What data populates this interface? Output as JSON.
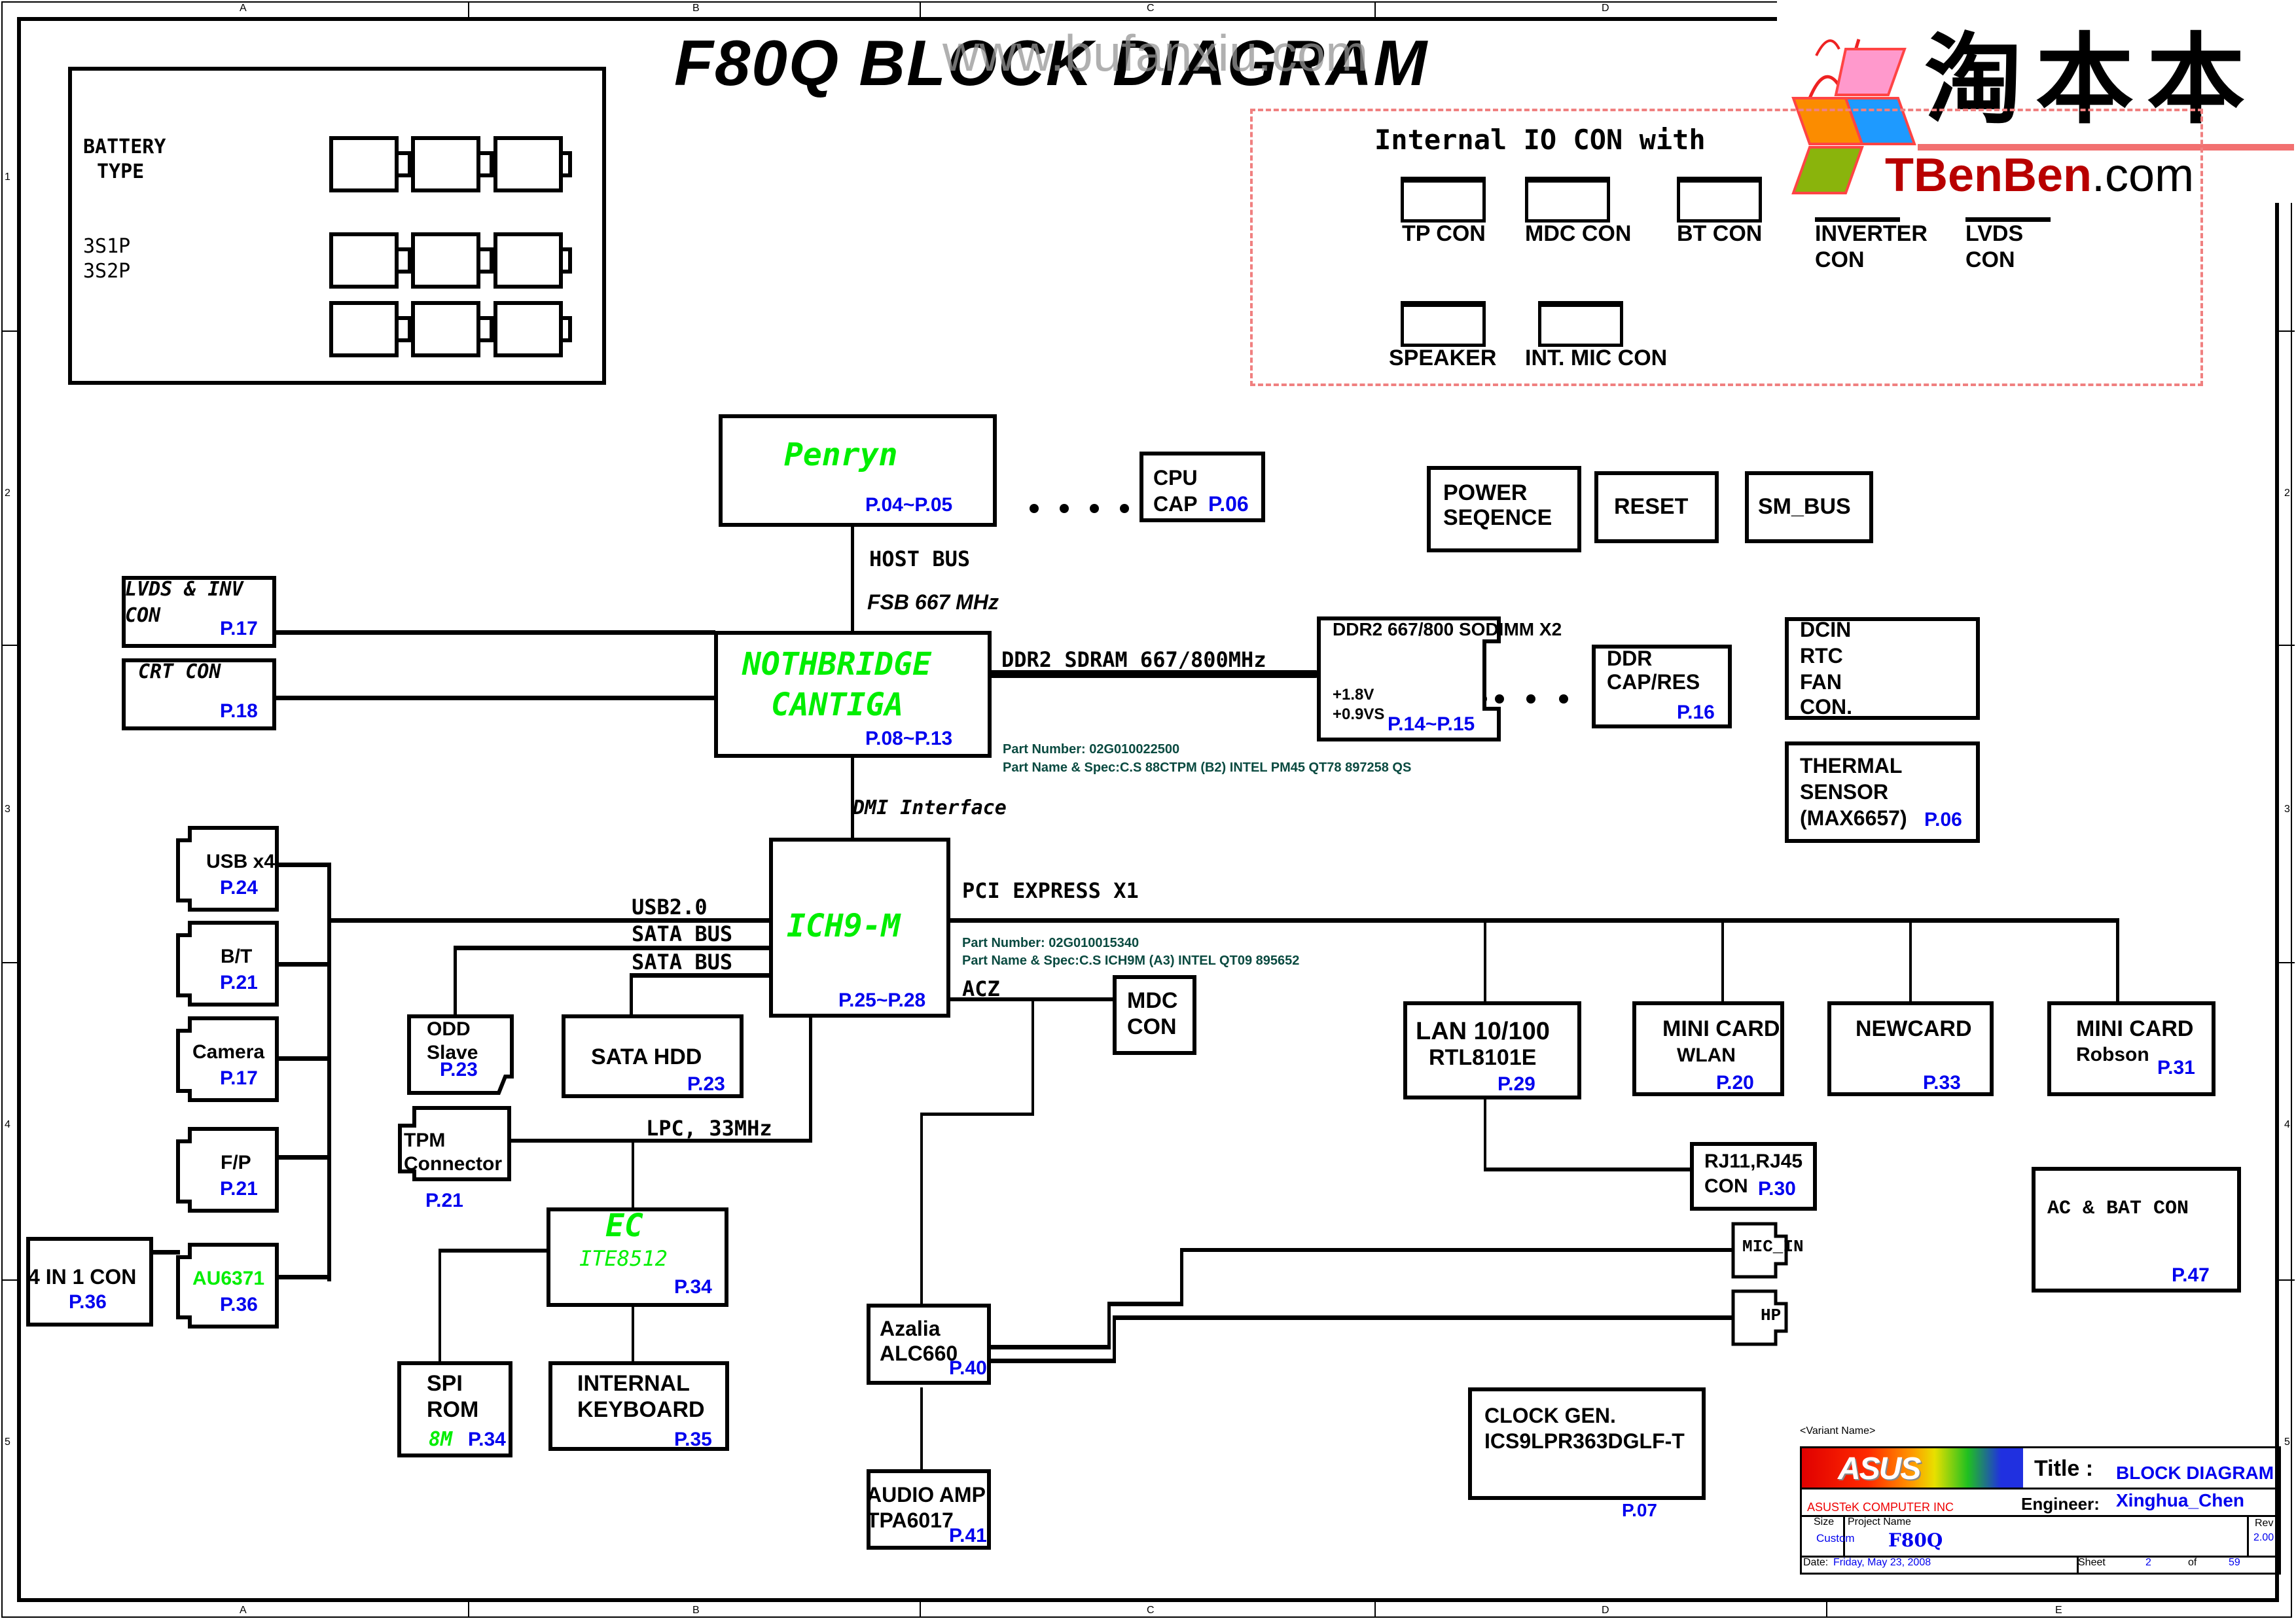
{
  "title": "F80Q  BLOCK DIAGRAM",
  "watermark": "www.bufanxiu.com",
  "grid": {
    "columns": [
      "A",
      "B",
      "C",
      "D",
      "E"
    ],
    "rows": [
      "1",
      "2",
      "3",
      "4",
      "5"
    ]
  },
  "logo": {
    "chinese": "淘本本",
    "latin": "TBenBen",
    "suffix": ".com"
  },
  "battery": {
    "label_line1": "BATTERY",
    "label_line2": "TYPE",
    "type1": "3S1P",
    "type2": "3S2P"
  },
  "internal_io": {
    "title": "Internal IO CON with",
    "items": [
      {
        "label": "TP CON"
      },
      {
        "label": "MDC CON"
      },
      {
        "label": "BT CON"
      },
      {
        "label": "INVERTER",
        "label2": "CON"
      },
      {
        "label": "LVDS",
        "label2": "CON"
      },
      {
        "label": "SPEAKER"
      },
      {
        "label": "INT. MIC CON"
      }
    ]
  },
  "blocks": {
    "cpu": {
      "name": "Penryn",
      "page": "P.04~P.05"
    },
    "cpu_cap": {
      "line1": "CPU",
      "line2": "CAP",
      "page": "P.06"
    },
    "host_bus": "HOST BUS",
    "fsb": "FSB 667 MHz",
    "nb": {
      "line1": "NOTHBRIDGE",
      "line2": "CANTIGA",
      "page": "P.08~P.13",
      "part_number": "Part Number: 02G010022500",
      "part_spec": "Part Name & Spec:C.S 88CTPM (B2) INTEL PM45 QT78 897258 QS"
    },
    "ddr_bus": "DDR2  SDRAM  667/800MHz",
    "sodimm": {
      "title": "DDR2 667/800 SODIMM X2",
      "v1": "+1.8V",
      "v2": "+0.9VS",
      "page": "P.14~P.15"
    },
    "ddr_cap": {
      "line1": "DDR",
      "line2": "CAP/RES",
      "page": "P.16"
    },
    "lvds": {
      "line1": "LVDS & INV",
      "line2": "CON",
      "page": "P.17"
    },
    "crt": {
      "line1": "CRT CON",
      "page": "P.18"
    },
    "power_seq": {
      "line1": "POWER",
      "line2": "SEQENCE"
    },
    "reset": "RESET",
    "sm_bus": "SM_BUS",
    "dcin": {
      "lines": [
        "DCIN",
        "RTC",
        "FAN",
        "CON."
      ]
    },
    "thermal": {
      "line1": "THERMAL",
      "line2": "SENSOR",
      "line3": "(MAX6657)",
      "page": "P.06"
    },
    "dmi": "DMI Interface",
    "ich": {
      "name": "ICH9-M",
      "page": "P.25~P.28",
      "part_number": "Part Number: 02G010015340",
      "part_spec": "Part Name & Spec:C.S ICH9M (A3) INTEL QT09 895652"
    },
    "pcie": "PCI EXPRESS X1",
    "usb_bus": "USB2.0",
    "sata_bus1": "SATA BUS",
    "sata_bus2": "SATA BUS",
    "acz": "ACZ",
    "lpc": "LPC, 33MHz",
    "usb": {
      "label": "USB x4",
      "page": "P.24"
    },
    "bt": {
      "label": "B/T",
      "page": "P.21"
    },
    "camera": {
      "label": "Camera",
      "page": "P.17"
    },
    "fp": {
      "label": "F/P",
      "page": "P.21"
    },
    "au6371": {
      "label": "AU6371",
      "page": "P.36"
    },
    "four_in_one": {
      "label": "4 IN 1 CON",
      "page": "P.36"
    },
    "odd": {
      "line1": "ODD",
      "line2": "Slave",
      "page": "P.23"
    },
    "sata_hdd": {
      "label": "SATA HDD",
      "page": "P.23"
    },
    "mdc": {
      "line1": "MDC",
      "line2": "CON"
    },
    "tpm": {
      "line1": "TPM",
      "line2": "Connector",
      "page": "P.21"
    },
    "ec": {
      "name": "EC",
      "chip": "ITE8512",
      "page": "P.34"
    },
    "spi": {
      "line1": "SPI",
      "line2": "ROM",
      "size": "8M",
      "page": "P.34"
    },
    "kbd": {
      "line1": "INTERNAL",
      "line2": "KEYBOARD",
      "page": "P.35"
    },
    "azalia": {
      "line1": "Azalia",
      "line2": "ALC660",
      "page": "P.40"
    },
    "amp": {
      "line1": "AUDIO AMP",
      "line2": "TPA6017",
      "page": "P.41"
    },
    "lan": {
      "line1": "LAN 10/100",
      "line2": "RTL8101E",
      "page": "P.29"
    },
    "wlan": {
      "line1": "MINI CARD",
      "line2": "WLAN",
      "page": "P.20"
    },
    "newcard": {
      "line1": "NEWCARD",
      "page": "P.33"
    },
    "robson": {
      "line1": "MINI CARD",
      "line2": "Robson",
      "page": "P.31"
    },
    "rj": {
      "line1": "RJ11,RJ45",
      "line2": "CON",
      "page": "P.30"
    },
    "mic_in": "MIC_IN",
    "hp": "HP",
    "ac_bat": {
      "line1": "AC & BAT CON",
      "page": "P.47"
    },
    "clock": {
      "line1": "CLOCK GEN.",
      "line2": "ICS9LPR363DGLF-T",
      "page": "P.07"
    }
  },
  "title_block": {
    "variant": "<Variant Name>",
    "brand": "ASUS",
    "company": "ASUSTeK COMPUTER INC",
    "title_label": "Title :",
    "title_value": "BLOCK DIAGRAM",
    "engineer_label": "Engineer:",
    "engineer_value": "Xinghua_Chen",
    "size_label": "Size",
    "size_value": "Custom",
    "project_label": "Project Name",
    "project_value": "F80Q",
    "rev_label": "Rev",
    "rev_value": "2.00",
    "date_label": "Date:",
    "date_value": "Friday, May 23, 2008",
    "sheet_label": "Sheet",
    "sheet_value": "2",
    "of_label": "of",
    "total_sheets": "59"
  },
  "colors": {
    "chip_green": "#00ee00",
    "page_blue": "#0000ee",
    "part_teal": "#0a4a40",
    "io_dash": "#f08080",
    "company_red": "#ee0000"
  }
}
